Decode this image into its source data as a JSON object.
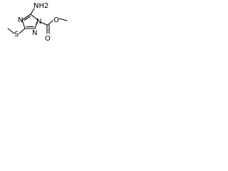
{
  "structure": {
    "atoms": {
      "amine": "NH2",
      "ring_n1": "N",
      "ring_n2": "N",
      "ring_n4": "N",
      "thioether_s": "S",
      "carbonyl_o": "O",
      "ester_o": "O"
    },
    "line_color": "#000000",
    "background": "#ffffff"
  }
}
